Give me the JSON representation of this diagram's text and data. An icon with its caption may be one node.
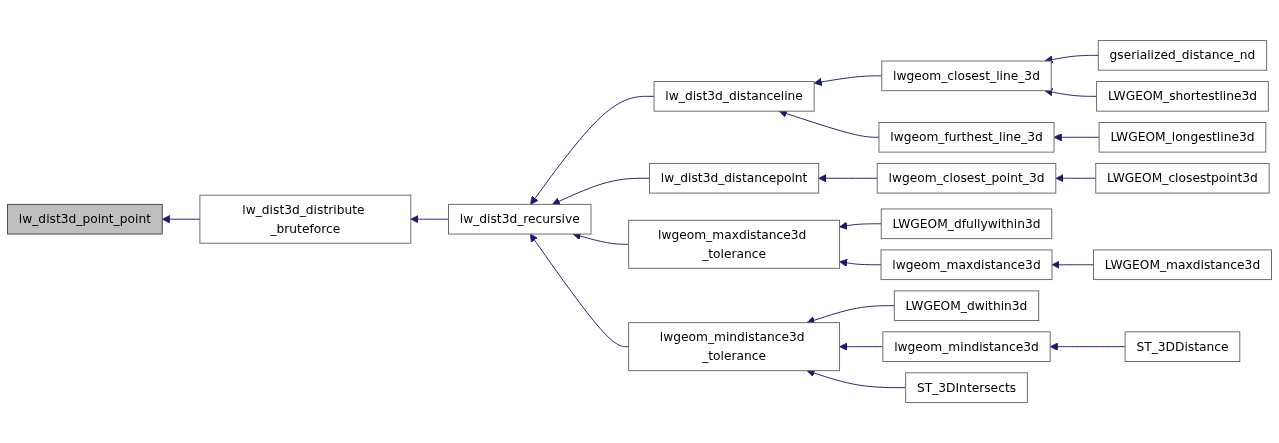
{
  "diagram": {
    "nodes": [
      {
        "text": [
          "lw_dist3d_point_point"
        ]
      },
      {
        "text": [
          "lw_dist3d_distribute _bruteforce"
        ]
      },
      {
        "text": [
          "lw_dist3d_recursive"
        ]
      },
      {
        "text": [
          "lw_dist3d_distanceline"
        ]
      },
      {
        "text": [
          "lw_dist3d_distancepoint"
        ]
      },
      {
        "text": [
          "lwgeom_maxdistance3d _tolerance"
        ]
      },
      {
        "text": [
          "lwgeom_mindistance3d _tolerance"
        ]
      },
      {
        "text": [
          "lwgeom_closest_line_3d"
        ]
      },
      {
        "text": [
          "lwgeom_furthest_line_3d"
        ]
      },
      {
        "text": [
          "lwgeom_closest_point_3d"
        ]
      },
      {
        "text": [
          "LWGEOM_dfullywithin3d"
        ]
      },
      {
        "text": [
          "lwgeom_maxdistance3d"
        ]
      },
      {
        "text": [
          "LWGEOM_dwithin3d"
        ]
      },
      {
        "text": [
          "lwgeom_mindistance3d"
        ]
      },
      {
        "text": [
          "ST_3DIntersects"
        ]
      },
      {
        "text": [
          "gserialized_distance_nd"
        ]
      },
      {
        "text": [
          "LWGEOM_shortestline3d"
        ]
      },
      {
        "text": [
          "LWGEOM_longestline3d"
        ]
      },
      {
        "text": [
          "LWGEOM_closestpoint3d"
        ]
      },
      {
        "text": [
          "LWGEOM_maxdistance3d"
        ]
      },
      {
        "text": [
          "ST_3DDistance"
        ]
      }
    ],
    "edges": [
      {
        "from": 1,
        "to": 0,
        "arrow": "to"
      },
      {
        "from": 2,
        "to": 1,
        "arrow": "to"
      },
      {
        "from": 3,
        "to": 2,
        "arrow": "to"
      },
      {
        "from": 4,
        "to": 2,
        "arrow": "to"
      },
      {
        "from": 5,
        "to": 2,
        "arrow": "to"
      },
      {
        "from": 6,
        "to": 2,
        "arrow": "to"
      },
      {
        "from": 7,
        "to": 3,
        "arrow": "to"
      },
      {
        "from": 8,
        "to": 3,
        "arrow": "to"
      },
      {
        "from": 9,
        "to": 4,
        "arrow": "to"
      },
      {
        "from": 10,
        "to": 5,
        "arrow": "to"
      },
      {
        "from": 11,
        "to": 5,
        "arrow": "to"
      },
      {
        "from": 12,
        "to": 6,
        "arrow": "to"
      },
      {
        "from": 13,
        "to": 6,
        "arrow": "to"
      },
      {
        "from": 14,
        "to": 6,
        "arrow": "to"
      },
      {
        "from": 15,
        "to": 7,
        "arrow": "to"
      },
      {
        "from": 16,
        "to": 7,
        "arrow": "to"
      },
      {
        "from": 17,
        "to": 8,
        "arrow": "to"
      },
      {
        "from": 18,
        "to": 9,
        "arrow": "to"
      },
      {
        "from": 19,
        "to": 11,
        "arrow": "to"
      },
      {
        "from": 20,
        "to": 13,
        "arrow": "to"
      }
    ]
  }
}
